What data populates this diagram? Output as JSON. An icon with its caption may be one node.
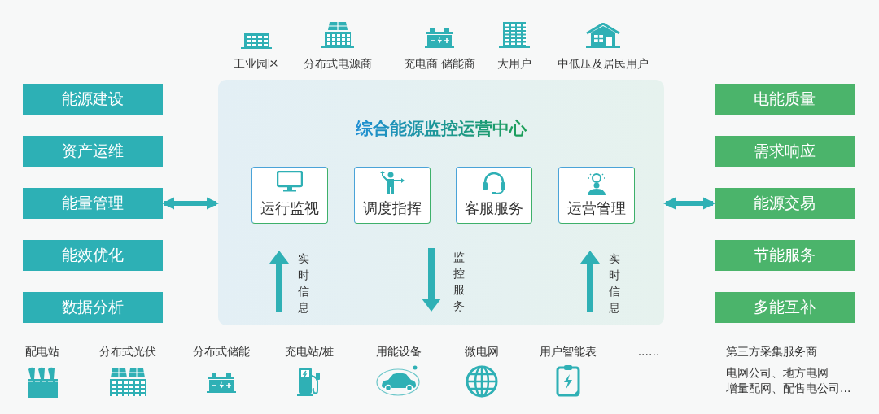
{
  "diagram": {
    "nodes": [
      {
        "text": [
          "综合能源监控运营中心"
        ]
      },
      {
        "text": [
          "运行监视"
        ],
        "in": 0
      },
      {
        "text": [
          "调度指挥"
        ],
        "in": 0
      },
      {
        "text": [
          "客服服务"
        ],
        "in": 0
      },
      {
        "text": [
          "运营管理"
        ],
        "in": 0
      },
      {
        "text": [
          "能源建设"
        ]
      },
      {
        "text": [
          "资产运维"
        ]
      },
      {
        "text": [
          "能量管理"
        ]
      },
      {
        "text": [
          "能效优化"
        ]
      },
      {
        "text": [
          "数据分析"
        ]
      },
      {
        "text": [
          "电能质量"
        ]
      },
      {
        "text": [
          "需求响应"
        ]
      },
      {
        "text": [
          "能源交易"
        ]
      },
      {
        "text": [
          "节能服务"
        ]
      },
      {
        "text": [
          "多能互补"
        ]
      }
    ],
    "edges": [
      {
        "from": 7,
        "to": 0,
        "arrow": "both"
      },
      {
        "from": 0,
        "to": 12,
        "arrow": "both"
      }
    ],
    "labels": [
      "工业园区",
      "分布式电源商",
      "充电商 储能商",
      "大用户",
      "中低压及居民用户",
      "实时信息",
      "监控服务",
      "实时信息",
      "配电站",
      "分布式光伏",
      "分布式储能",
      "充电站/桩",
      "用能设备",
      "微电网",
      "用户智能表",
      "......",
      "第三方采集服务商",
      "电网公司、地方电网",
      "增量配网、配售电公司..."
    ]
  }
}
